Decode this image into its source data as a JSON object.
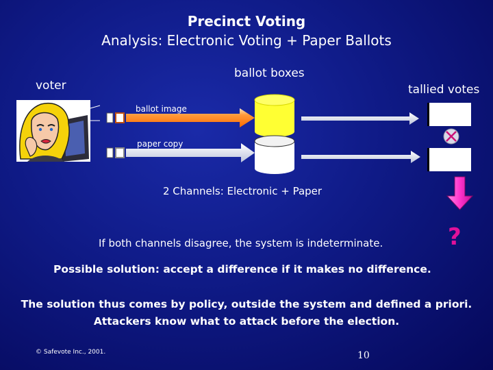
{
  "title": "Precinct Voting",
  "subtitle": "Analysis: Electronic Voting + Paper Ballots",
  "labels": {
    "voter": "voter",
    "ballot_boxes": "ballot boxes",
    "tallied_votes": "tallied votes",
    "ballot_image": "ballot image",
    "paper_copy": "paper copy",
    "channels": "2 Channels: Electronic + Paper",
    "question_mark": "?"
  },
  "statements": {
    "indeterminate": "If both channels disagree, the system is indeterminate.",
    "possible_solution": "Possible solution: accept a difference if it makes no difference.",
    "policy_line1": "The solution thus comes by policy, outside the system and defined a priori.",
    "policy_line2": "Attackers know what to attack before the election."
  },
  "footer": {
    "copyright": "© Safevote Inc., 2001.",
    "page_number": "10"
  },
  "colors": {
    "background": "#0f1a86",
    "arrow_fill": "#ff7a1a",
    "arrow_top": "#ffd8a0",
    "box_yellow": "#ffff33",
    "box_white": "#ffffff",
    "mismatch_icon": "#cc1177",
    "down_arrow": "#ff44cc",
    "question_mark": "#e0119a"
  },
  "icons": [
    "voter-clipart-icon",
    "ballot-square-icon",
    "cylinder-ballot-box-icon",
    "mismatch-x-icon",
    "down-arrow-icon"
  ]
}
